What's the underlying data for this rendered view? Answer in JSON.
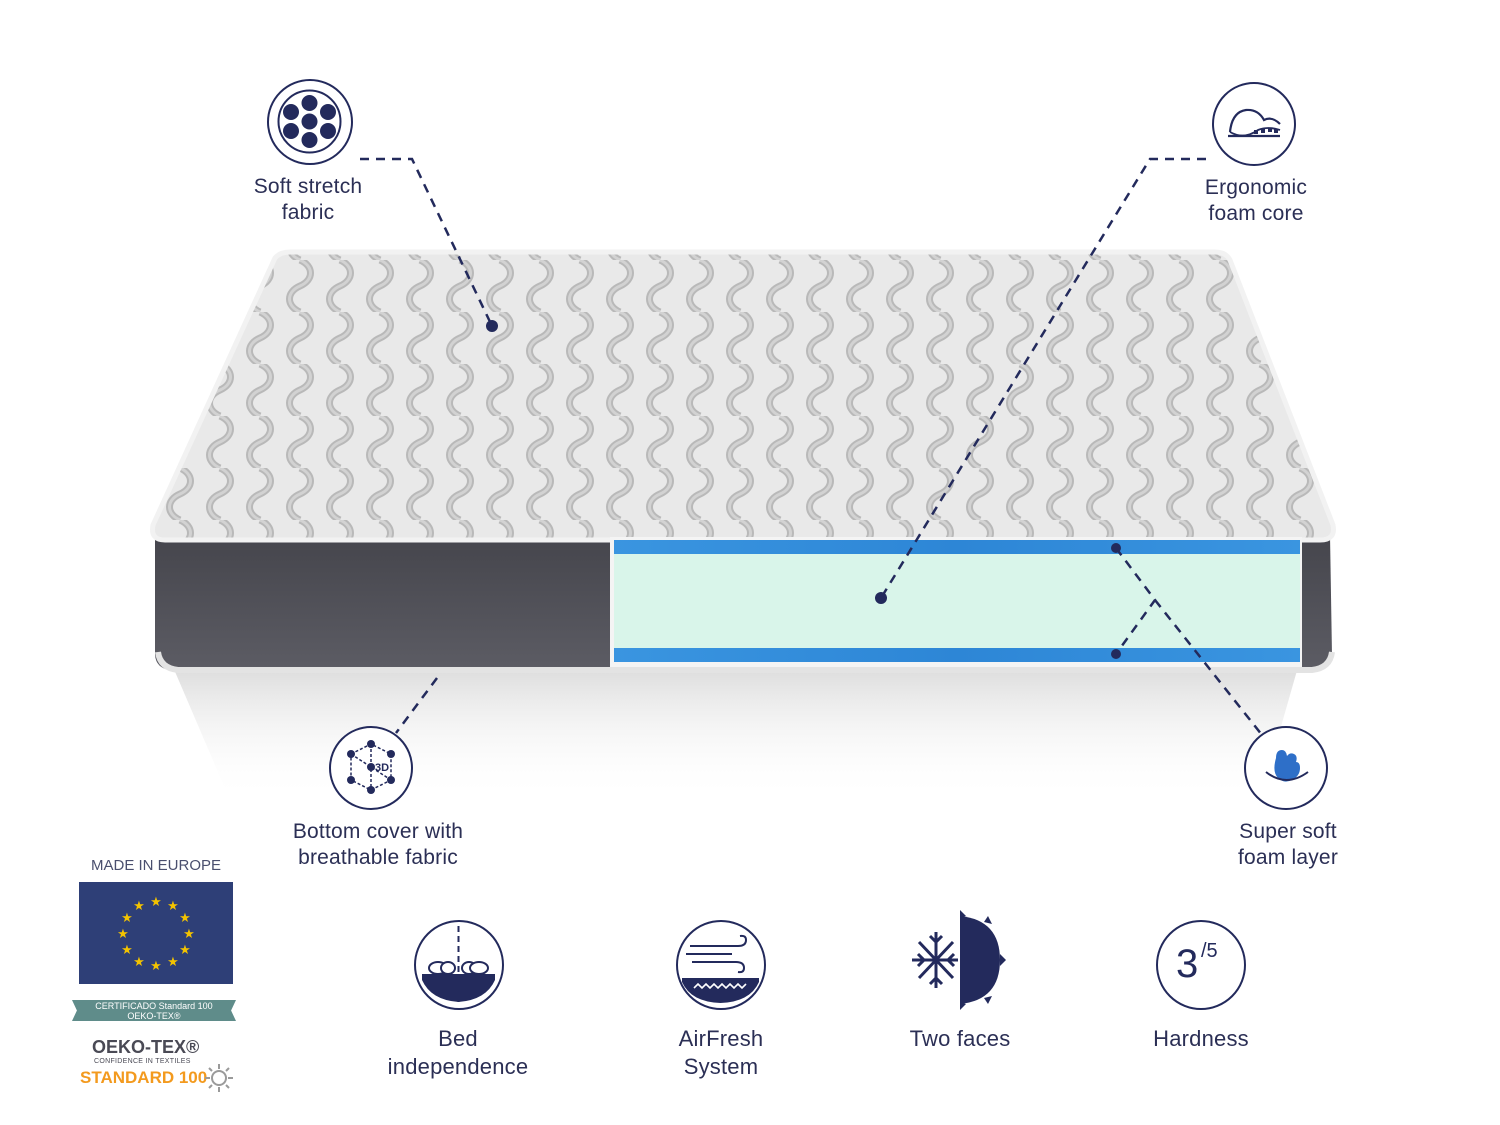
{
  "features": {
    "soft_stretch": {
      "line1": "Soft stretch",
      "line2": "fabric",
      "icon": "fabric-dots-icon"
    },
    "ergonomic": {
      "line1": "Ergonomic",
      "line2": "foam core",
      "icon": "body-contour-icon"
    },
    "bottom_cover": {
      "line1": "Bottom cover with",
      "line2": "breathable fabric",
      "icon": "3d-mesh-icon",
      "icon_text": "3D"
    },
    "super_soft": {
      "line1": "Super soft",
      "line2": "foam layer",
      "icon": "hand-press-icon"
    }
  },
  "bottom_features": [
    {
      "line1": "Bed",
      "line2": "independence",
      "icon": "bed-independence-icon"
    },
    {
      "line1": "AirFresh",
      "line2": "System",
      "icon": "airfresh-icon"
    },
    {
      "line1": "Two faces",
      "line2": "",
      "icon": "two-faces-icon"
    },
    {
      "line1": "Hardness",
      "line2": "",
      "icon": "hardness-icon",
      "value": "3",
      "scale": "/5"
    }
  ],
  "badges": {
    "made_in": "MADE IN EUROPE",
    "cert_line1": "CERTIFICADO Standard 100",
    "cert_line2": "OEKO-TEX®",
    "oeko_title": "OEKO-TEX®",
    "oeko_sub": "CONFIDENCE IN TEXTILES",
    "oeko_standard": "STANDARD 100"
  },
  "colors": {
    "navy": "#232a5c",
    "eu_blue": "#2e3f77",
    "eu_star": "#f3c300",
    "cert_band": "#5f8c8a",
    "oeko_orange": "#f39a1e",
    "foam_mint": "#d9f5ea",
    "foam_blue": "#2e8bd9",
    "side_dark": "#505058"
  }
}
